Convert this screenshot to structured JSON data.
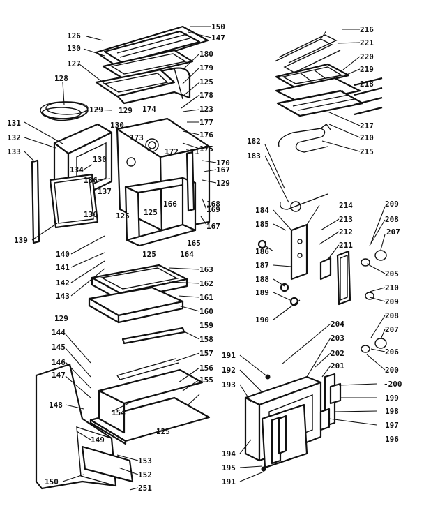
{
  "diagram": {
    "labels": [
      {
        "id": "l150",
        "text": "150"
      },
      {
        "id": "l147",
        "text": "147"
      },
      {
        "id": "l126",
        "text": "126"
      },
      {
        "id": "l130a",
        "text": "130"
      },
      {
        "id": "l180a",
        "text": "180"
      },
      {
        "id": "l127",
        "text": "127"
      },
      {
        "id": "l179",
        "text": "179"
      },
      {
        "id": "l128",
        "text": "128"
      },
      {
        "id": "l125a",
        "text": "125"
      },
      {
        "id": "l178",
        "text": "178"
      },
      {
        "id": "l129a",
        "text": "129"
      },
      {
        "id": "l129b",
        "text": "129"
      },
      {
        "id": "l174",
        "text": "174"
      },
      {
        "id": "l123",
        "text": "123"
      },
      {
        "id": "l177",
        "text": "177"
      },
      {
        "id": "l130b",
        "text": "130"
      },
      {
        "id": "l173",
        "text": "173"
      },
      {
        "id": "l176",
        "text": "176"
      },
      {
        "id": "l131",
        "text": "131"
      },
      {
        "id": "l175",
        "text": "175"
      },
      {
        "id": "l132",
        "text": "132"
      },
      {
        "id": "l133",
        "text": "133"
      },
      {
        "id": "l172",
        "text": "172"
      },
      {
        "id": "l171",
        "text": "171"
      },
      {
        "id": "l130c",
        "text": "130"
      },
      {
        "id": "l134",
        "text": "134"
      },
      {
        "id": "l170",
        "text": "170"
      },
      {
        "id": "l167a",
        "text": "167"
      },
      {
        "id": "l136a",
        "text": "136"
      },
      {
        "id": "l129c",
        "text": "129"
      },
      {
        "id": "l137",
        "text": "137"
      },
      {
        "id": "l168",
        "text": "168"
      },
      {
        "id": "l136b",
        "text": "136"
      },
      {
        "id": "l166",
        "text": "166"
      },
      {
        "id": "l125b",
        "text": "125"
      },
      {
        "id": "l169a",
        "text": "169"
      },
      {
        "id": "l125c",
        "text": "125"
      },
      {
        "id": "l167b",
        "text": "167"
      },
      {
        "id": "l139",
        "text": "139"
      },
      {
        "id": "l140",
        "text": "140"
      },
      {
        "id": "l165",
        "text": "165"
      },
      {
        "id": "l125d",
        "text": "125"
      },
      {
        "id": "l164",
        "text": "164"
      },
      {
        "id": "l141",
        "text": "141"
      },
      {
        "id": "l163",
        "text": "163"
      },
      {
        "id": "l142",
        "text": "142"
      },
      {
        "id": "l162",
        "text": "162"
      },
      {
        "id": "l143",
        "text": "143"
      },
      {
        "id": "l161",
        "text": "161"
      },
      {
        "id": "l160",
        "text": "160"
      },
      {
        "id": "l129d",
        "text": "129"
      },
      {
        "id": "l144",
        "text": "144"
      },
      {
        "id": "l159",
        "text": "159"
      },
      {
        "id": "l158",
        "text": "158"
      },
      {
        "id": "l145",
        "text": "145"
      },
      {
        "id": "l157",
        "text": "157"
      },
      {
        "id": "l146",
        "text": "146"
      },
      {
        "id": "l156",
        "text": "156"
      },
      {
        "id": "l147b",
        "text": "147"
      },
      {
        "id": "l155",
        "text": "155"
      },
      {
        "id": "l148",
        "text": "148"
      },
      {
        "id": "l154",
        "text": "154"
      },
      {
        "id": "l125e",
        "text": "125"
      },
      {
        "id": "l149",
        "text": "149"
      },
      {
        "id": "l153",
        "text": "153"
      },
      {
        "id": "l152",
        "text": "152"
      },
      {
        "id": "l150b",
        "text": "150"
      },
      {
        "id": "l251",
        "text": "251"
      },
      {
        "id": "l216",
        "text": "216"
      },
      {
        "id": "l221",
        "text": "221"
      },
      {
        "id": "l220",
        "text": "220"
      },
      {
        "id": "l219",
        "text": "219"
      },
      {
        "id": "l218",
        "text": "218"
      },
      {
        "id": "l217",
        "text": "217"
      },
      {
        "id": "l210a",
        "text": "210"
      },
      {
        "id": "l215",
        "text": "215"
      },
      {
        "id": "l182",
        "text": "182"
      },
      {
        "id": "l183",
        "text": "183"
      },
      {
        "id": "l214",
        "text": "214"
      },
      {
        "id": "l184",
        "text": "184"
      },
      {
        "id": "l209a",
        "text": "209"
      },
      {
        "id": "l213",
        "text": "213"
      },
      {
        "id": "l208a",
        "text": "208"
      },
      {
        "id": "l185",
        "text": "185"
      },
      {
        "id": "l212",
        "text": "212"
      },
      {
        "id": "l207a",
        "text": "207"
      },
      {
        "id": "l186",
        "text": "186"
      },
      {
        "id": "l211",
        "text": "211"
      },
      {
        "id": "l187",
        "text": "187"
      },
      {
        "id": "l205",
        "text": "205"
      },
      {
        "id": "l188",
        "text": "188"
      },
      {
        "id": "l210b",
        "text": "210"
      },
      {
        "id": "l189",
        "text": "189"
      },
      {
        "id": "l209b",
        "text": "209"
      },
      {
        "id": "l190",
        "text": "190"
      },
      {
        "id": "l204",
        "text": "204"
      },
      {
        "id": "l208b",
        "text": "208"
      },
      {
        "id": "l207b",
        "text": "207"
      },
      {
        "id": "l203",
        "text": "203"
      },
      {
        "id": "l206",
        "text": "206"
      },
      {
        "id": "l202",
        "text": "202"
      },
      {
        "id": "l191a",
        "text": "191"
      },
      {
        "id": "l201",
        "text": "201"
      },
      {
        "id": "l192",
        "text": "192"
      },
      {
        "id": "l200a",
        "text": "200"
      },
      {
        "id": "l193",
        "text": "193"
      },
      {
        "id": "l200b",
        "text": "-200"
      },
      {
        "id": "l199",
        "text": "199"
      },
      {
        "id": "l198",
        "text": "198"
      },
      {
        "id": "l197",
        "text": "197"
      },
      {
        "id": "l194",
        "text": "194"
      },
      {
        "id": "l196",
        "text": "196"
      },
      {
        "id": "l195",
        "text": "195"
      },
      {
        "id": "l191b",
        "text": "191"
      }
    ]
  }
}
